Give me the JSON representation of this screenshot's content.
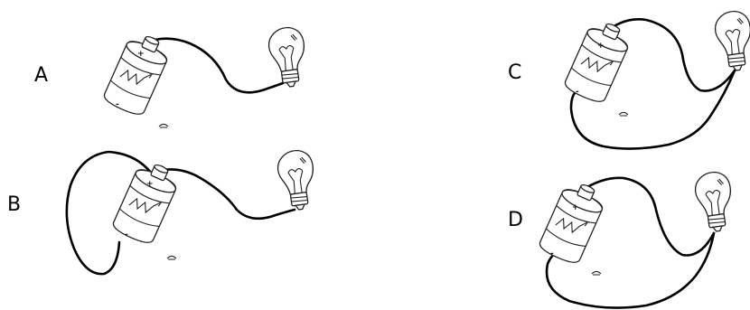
{
  "panels": [
    {
      "id": "A",
      "label": "A"
    },
    {
      "id": "B",
      "label": "B"
    },
    {
      "id": "C",
      "label": "C"
    },
    {
      "id": "D",
      "label": "D"
    }
  ],
  "battery": {
    "plus": "+",
    "minus": "-"
  },
  "colors": {
    "wire": "#000000",
    "outline": "#222222",
    "background": "#ffffff"
  }
}
